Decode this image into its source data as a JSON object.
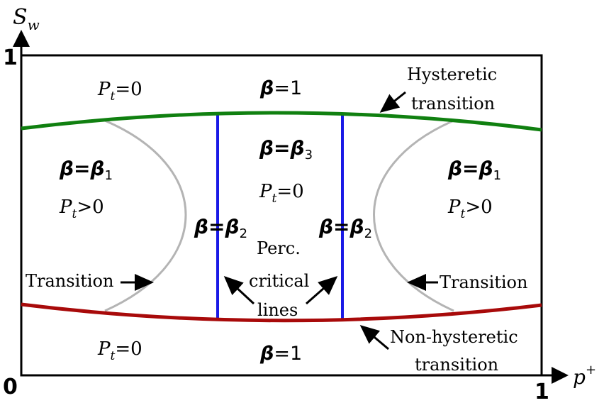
{
  "axes": {
    "y_label_main": "S",
    "y_label_sub": "w",
    "x_label_main": "p",
    "x_label_sup": "+",
    "origin": "0",
    "x_max": "1",
    "y_max": "1"
  },
  "regions": {
    "top_left_pt": {
      "main": "P",
      "sub": "t",
      "rest": "=0"
    },
    "top_beta": {
      "beta": "β",
      "rest": "=1"
    },
    "bottom_left_pt": {
      "main": "P",
      "sub": "t",
      "rest": "=0"
    },
    "bottom_beta": {
      "beta": "β",
      "rest": "=1"
    },
    "left_beta1": {
      "beta": "β",
      "eq": "=",
      "beta2": "β",
      "sub": "1"
    },
    "left_pt": {
      "main": "P",
      "sub": "t",
      "rest": ">0"
    },
    "right_beta1": {
      "beta": "β",
      "eq": "=",
      "beta2": "β",
      "sub": "1"
    },
    "right_pt": {
      "main": "P",
      "sub": "t",
      "rest": ">0"
    },
    "center_beta3": {
      "beta": "β",
      "eq": "=",
      "beta2": "β",
      "sub": "3"
    },
    "center_pt": {
      "main": "P",
      "sub": "t",
      "rest": "=0"
    },
    "left_beta2": {
      "beta": "β",
      "eq": "=",
      "beta2": "β",
      "sub": "2"
    },
    "right_beta2": {
      "beta": "β",
      "eq": "=",
      "beta2": "β",
      "sub": "2"
    }
  },
  "annotations": {
    "hysteretic_line1": "Hysteretic",
    "hysteretic_line2": "transition",
    "nonhysteretic_line1": "Non-hysteretic",
    "nonhysteretic_line2": "transition",
    "transition_left": "Transition",
    "transition_right": "Transition",
    "perc_line1": "Perc.",
    "perc_line2": "critical",
    "perc_line3": "lines"
  },
  "colors": {
    "hysteretic_curve": "#108010",
    "nonhysteretic_curve": "#a80a0a",
    "critical_lines": "#1a1ae6",
    "transition_arcs": "#b4b4b4",
    "frame": "#000000"
  }
}
